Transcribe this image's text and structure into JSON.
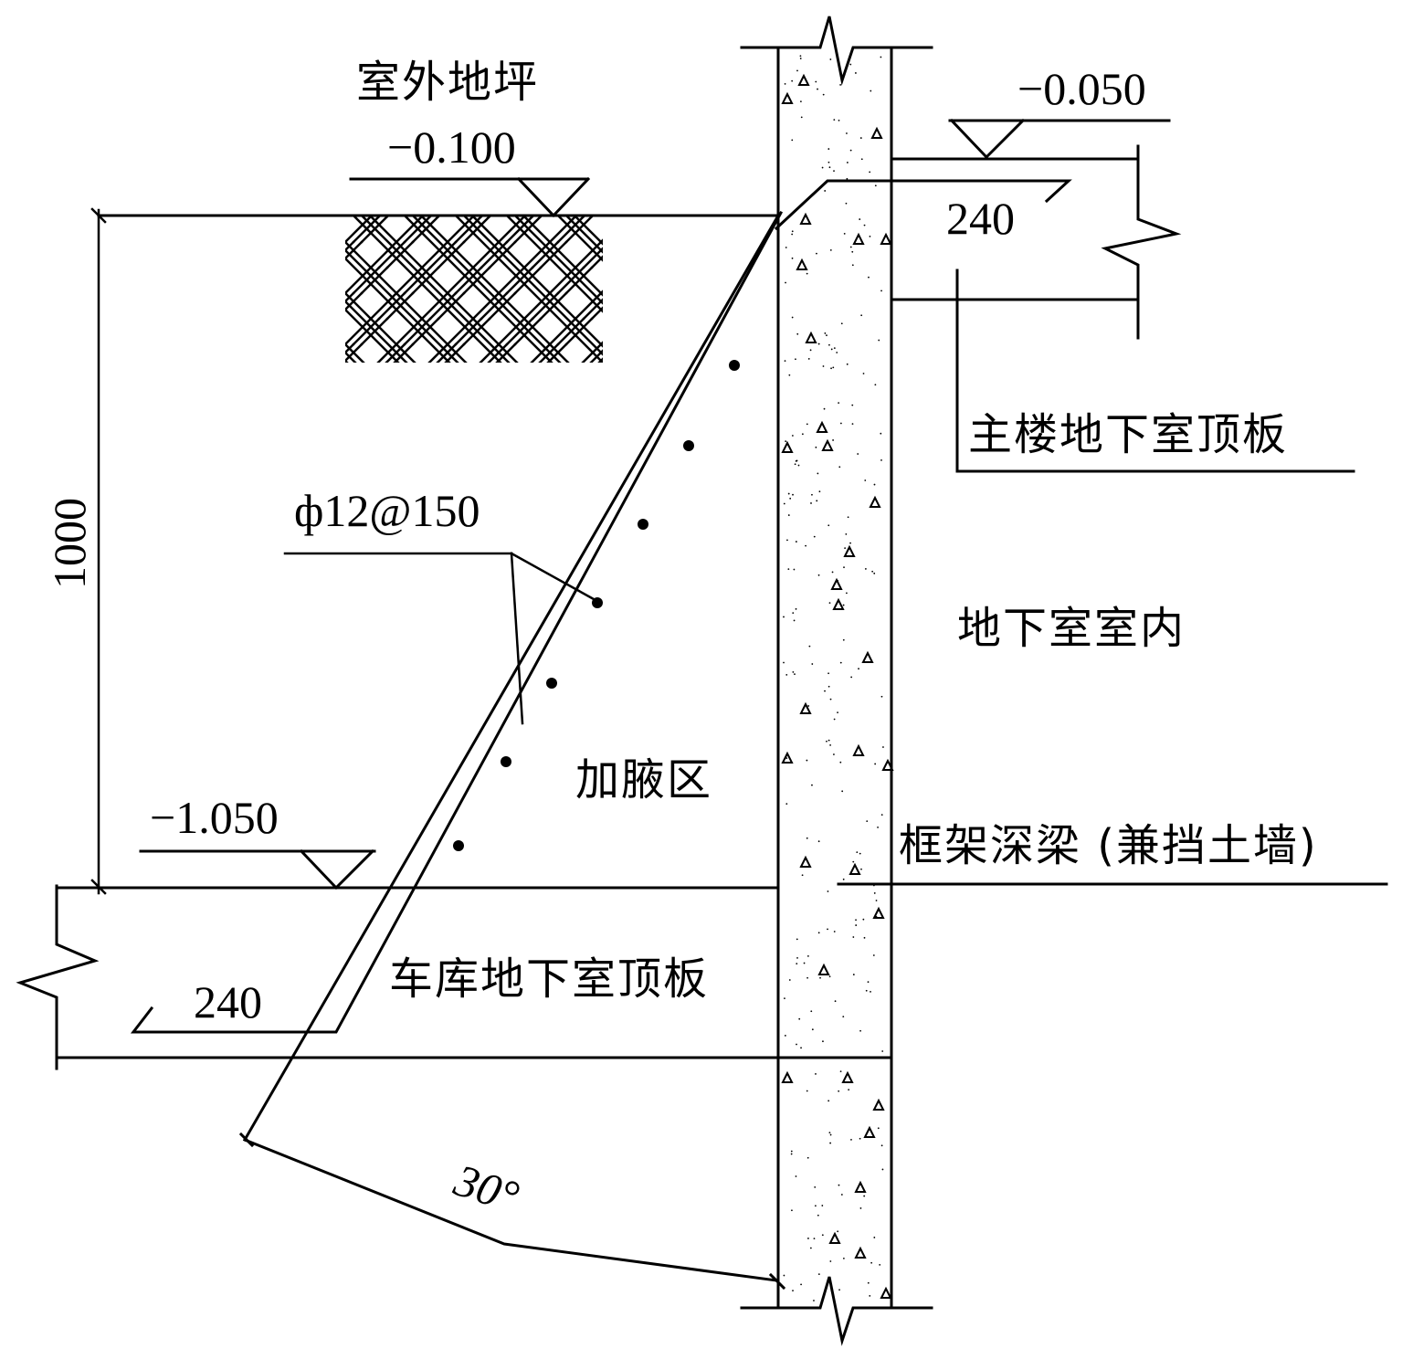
{
  "labels": {
    "outdoor_ground": "室外地坪",
    "outdoor_elev": "−0.100",
    "main_top_elev": "−0.050",
    "main_slab_thick": "240",
    "main_slab": "主楼地下室顶板",
    "rebar": "ф12@150",
    "height_dim": "1000",
    "basement_interior": "地下室室内",
    "haunch": "加腋区",
    "deep_beam": "框架深梁 (兼挡土墙)",
    "garage_top_elev": "−1.050",
    "garage_slab": "车库地下室顶板",
    "garage_slab_thick": "240",
    "angle": "30°"
  },
  "colors": {
    "line": "#000000",
    "background": "#ffffff"
  }
}
